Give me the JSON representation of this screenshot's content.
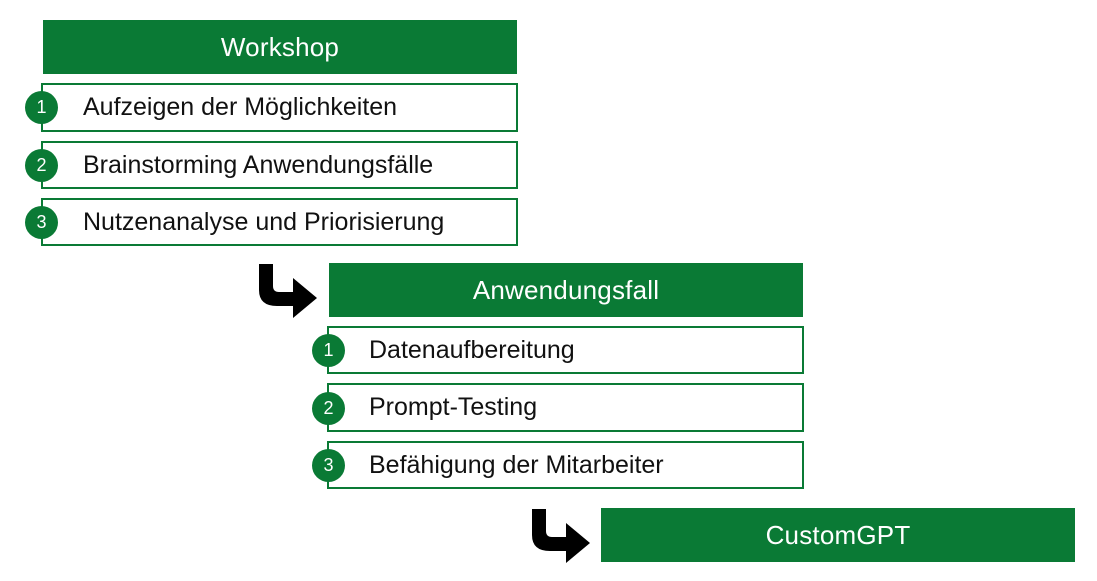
{
  "colors": {
    "accent": "#0a7a35",
    "arrow": "#000000",
    "text": "#111111"
  },
  "stages": [
    {
      "title": "Workshop",
      "steps": [
        {
          "number": "1",
          "label": "Aufzeigen der Möglichkeiten"
        },
        {
          "number": "2",
          "label": "Brainstorming Anwendungsfälle"
        },
        {
          "number": "3",
          "label": "Nutzenanalyse und Priorisierung"
        }
      ]
    },
    {
      "title": "Anwendungsfall",
      "steps": [
        {
          "number": "1",
          "label": "Datenaufbereitung"
        },
        {
          "number": "2",
          "label": "Prompt-Testing"
        },
        {
          "number": "3",
          "label": "Befähigung der Mitarbeiter"
        }
      ]
    },
    {
      "title": "CustomGPT",
      "steps": []
    }
  ],
  "icons": {
    "connector": "curved-down-right-arrow-icon"
  }
}
